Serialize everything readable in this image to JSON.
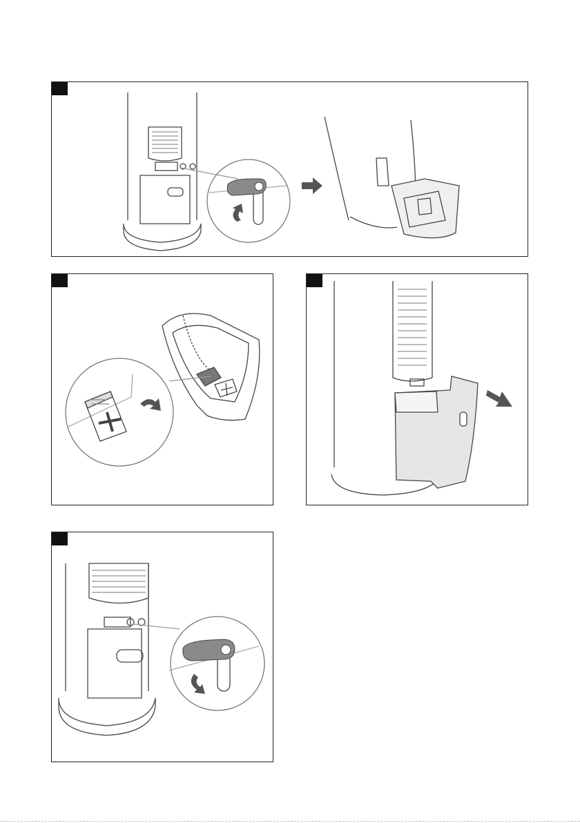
{
  "document": {
    "panels": [
      {
        "id": "panel-1",
        "marker_icon": "black-square-step-marker",
        "content": [
          "tower-unit-icon",
          "lever-zoom-callout-icon",
          "rotate-up-arrow-icon",
          "right-arrow-icon",
          "tank-lowered-icon"
        ]
      },
      {
        "id": "panel-2",
        "marker_icon": "black-square-step-marker",
        "content": [
          "water-tank-icon",
          "float-zoom-callout-icon",
          "rotate-arrow-icon"
        ]
      },
      {
        "id": "panel-3",
        "marker_icon": "black-square-step-marker",
        "content": [
          "tower-unit-icon",
          "tank-remove-icon",
          "diagonal-arrow-icon"
        ]
      },
      {
        "id": "panel-4",
        "marker_icon": "black-square-step-marker",
        "content": [
          "tower-unit-icon",
          "lever-zoom-callout-icon",
          "rotate-down-arrow-icon"
        ]
      }
    ],
    "colors": {
      "line": "#444444",
      "fill_light": "#e6e6e6",
      "lever": "#8a8a8a",
      "arrow": "#555555"
    }
  }
}
